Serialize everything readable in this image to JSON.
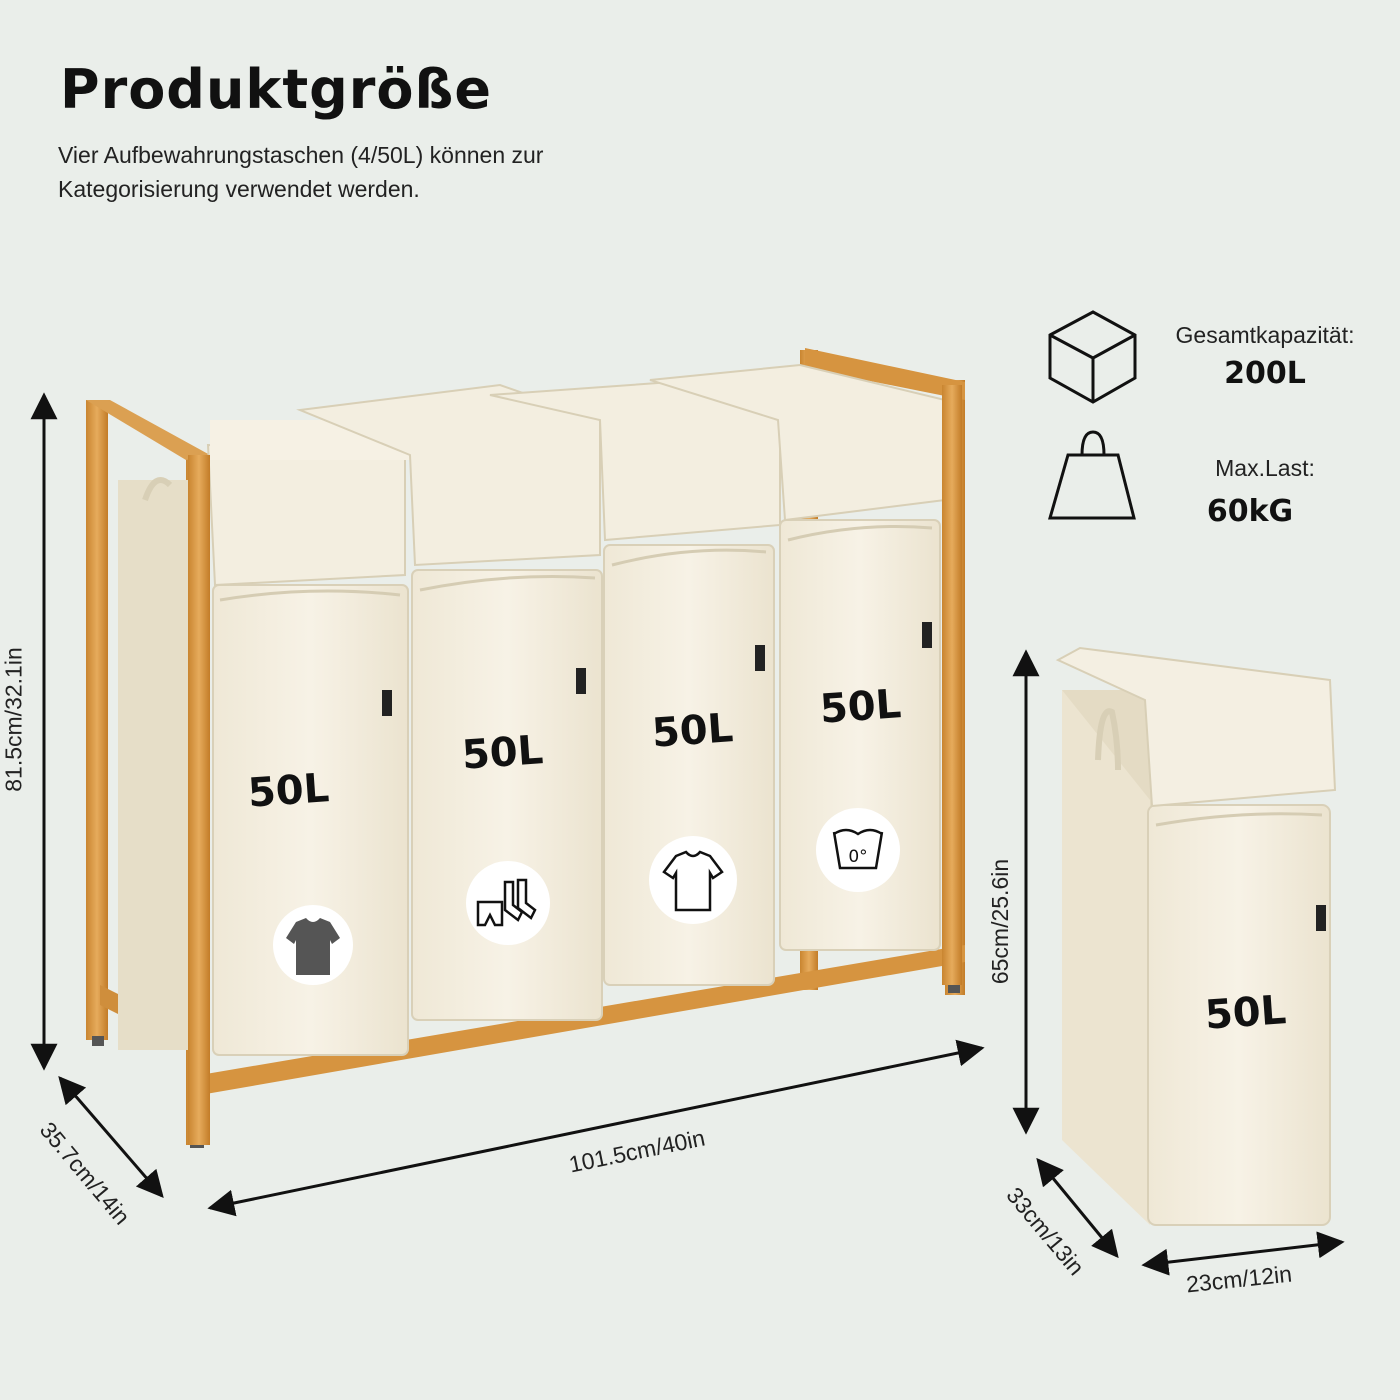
{
  "header": {
    "title": "Produktgröße",
    "subtitle": "Vier Aufbewahrungstaschen (4/50L) können zur Kategorisierung verwendet werden."
  },
  "specs": {
    "capacity_label": "Gesamtkapazität:",
    "capacity_value": "200L",
    "load_label": "Max.Last:",
    "load_value": "60kG"
  },
  "bags": [
    {
      "volume": "50L",
      "icon": "tshirt-filled-icon"
    },
    {
      "volume": "50L",
      "icon": "underwear-socks-icon"
    },
    {
      "volume": "50L",
      "icon": "tshirt-outline-icon"
    },
    {
      "volume": "50L",
      "icon": "wash-0-degree-icon"
    }
  ],
  "single_bag": {
    "volume": "50L"
  },
  "dimensions": {
    "height": "81.5cm/32.1in",
    "depth": "35.7cm/14in",
    "width": "101.5cm/40in",
    "bag_height": "65cm/25.6in",
    "bag_depth": "33cm/13in",
    "bag_width": "23cm/12in"
  },
  "colors": {
    "background": "#eaeeea",
    "bamboo": "#d99a45",
    "fabric": "#f4efe1",
    "text": "#111111"
  }
}
